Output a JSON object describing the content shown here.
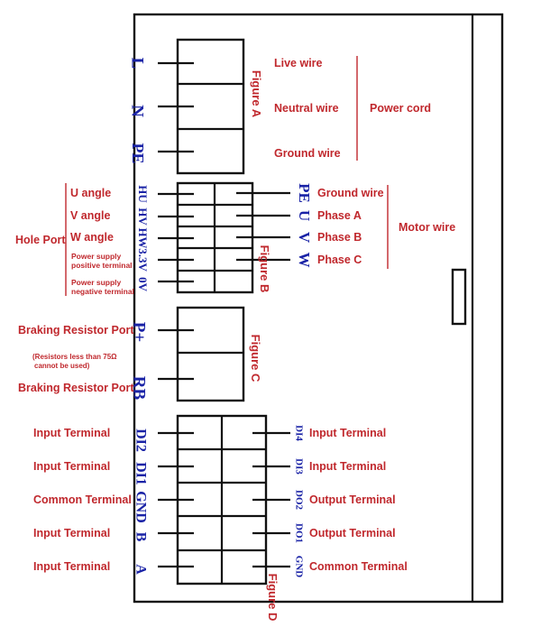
{
  "colors": {
    "label": "#c0282d",
    "pin": "#1a23a6",
    "line": "#111111"
  },
  "figures": {
    "a": "Figure A",
    "b": "Figure B",
    "c": "Figure C",
    "d": "Figure D"
  },
  "power": {
    "pins": [
      "L",
      "N",
      "PE"
    ],
    "wires": [
      "Live wire",
      "Neutral wire",
      "Ground wire"
    ],
    "group": "Power cord"
  },
  "motor": {
    "pins": [
      "PE",
      "U",
      "V",
      "W"
    ],
    "wires": [
      "Ground wire",
      "Phase A",
      "Phase B",
      "Phase C"
    ],
    "group": "Motor wire"
  },
  "hall": {
    "pins": [
      "HU",
      "HV",
      "HW",
      "3.3V",
      "0V"
    ],
    "labels": [
      "U angle",
      "V angle",
      "W angle"
    ],
    "supply_pos": [
      "Power supply",
      "positive terminal"
    ],
    "supply_neg": [
      "Power supply",
      "negative terminal"
    ],
    "group": "Hole Port"
  },
  "brake": {
    "pins": [
      "P+",
      "RB"
    ],
    "port_label_top": "Braking Resistor Port",
    "port_label_bottom": "Braking Resistor Port",
    "note": [
      "(Resistors less than 75Ω",
      "cannot be used)"
    ]
  },
  "io": {
    "left_pins": [
      "DI2",
      "DI1",
      "GND",
      "B",
      "A"
    ],
    "left_labels": [
      "Input Terminal",
      "Input Terminal",
      "Common Terminal",
      "Input Terminal",
      "Input Terminal"
    ],
    "right_pins": [
      "DI4",
      "DI3",
      "DO2",
      "DO1",
      "GND"
    ],
    "right_labels": [
      "Input Terminal",
      "Input Terminal",
      "Output Terminal",
      "Output Terminal",
      "Common Terminal"
    ]
  }
}
